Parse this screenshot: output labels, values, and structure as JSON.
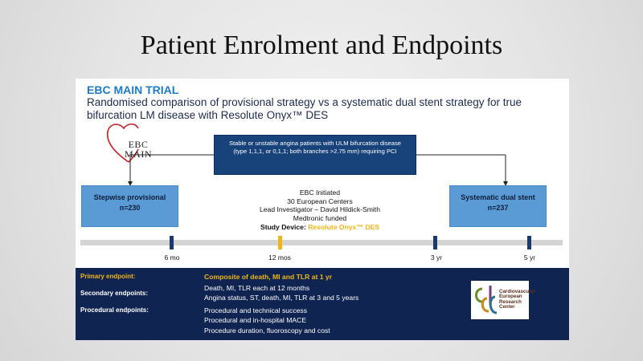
{
  "slide": {
    "title": "Patient Enrolment and Endpoints"
  },
  "trial": {
    "name": "EBC MAIN TRIAL",
    "description": "Randomised comparison of provisional strategy vs a systematic dual stent strategy for true bifurcation LM disease with Resolute Onyx™ DES"
  },
  "logo": {
    "line1": "EBC",
    "line2": "MAIN",
    "heart_color": "#c0262c"
  },
  "patients_box": {
    "text": "Stable or unstable angina patients with ULM bifurcation disease (type 1,1,1, or 0,1,1; both branches >2.75 mm) requiring PCI"
  },
  "arms": {
    "left": {
      "label": "Stepwise provisional",
      "n": "n=230"
    },
    "right": {
      "label": "Systematic dual stent",
      "n": "n=237"
    }
  },
  "center_info": {
    "line1": "EBC Initiated",
    "line2": "30 European Centers",
    "line3": "Lead Investigator – David Hildick-Smith",
    "line4": "Medtronic funded",
    "device_label": "Study Device:",
    "device_name": "Resolute Onyx™ DES"
  },
  "timeline": {
    "ticks": [
      {
        "label": "6 mo",
        "color": "#1b3a6b"
      },
      {
        "label": "12 mos",
        "color": "#f0b518"
      },
      {
        "label": "3 yr",
        "color": "#1b3a6b"
      },
      {
        "label": "5 yr",
        "color": "#1b3a6b"
      }
    ]
  },
  "endpoints": {
    "primary": {
      "label": "Primary endpoint:",
      "value": "Composite of death, MI and TLR at 1 yr"
    },
    "secondary": {
      "label": "Secondary endpoints:",
      "values": [
        "Death, MI, TLR each at 12 months",
        "Angina status, ST, death, MI, TLR at 3 and 5 years"
      ]
    },
    "procedural": {
      "label": "Procedural endpoints:",
      "values": [
        "Procedural and technical success",
        "Procedural and in-hospital MACE",
        "Procedure duration, fluoroscopy and cost"
      ]
    }
  },
  "cerc_logo": {
    "letters": "cerc",
    "line1": "Cardiovascular",
    "line2": "European",
    "line3": "Research",
    "line4": "Center"
  },
  "colors": {
    "accent_blue": "#1e7bc4",
    "navy": "#0f2450",
    "box_blue": "#17427a",
    "arm_blue": "#5b9bd5",
    "gold": "#f0b518"
  }
}
